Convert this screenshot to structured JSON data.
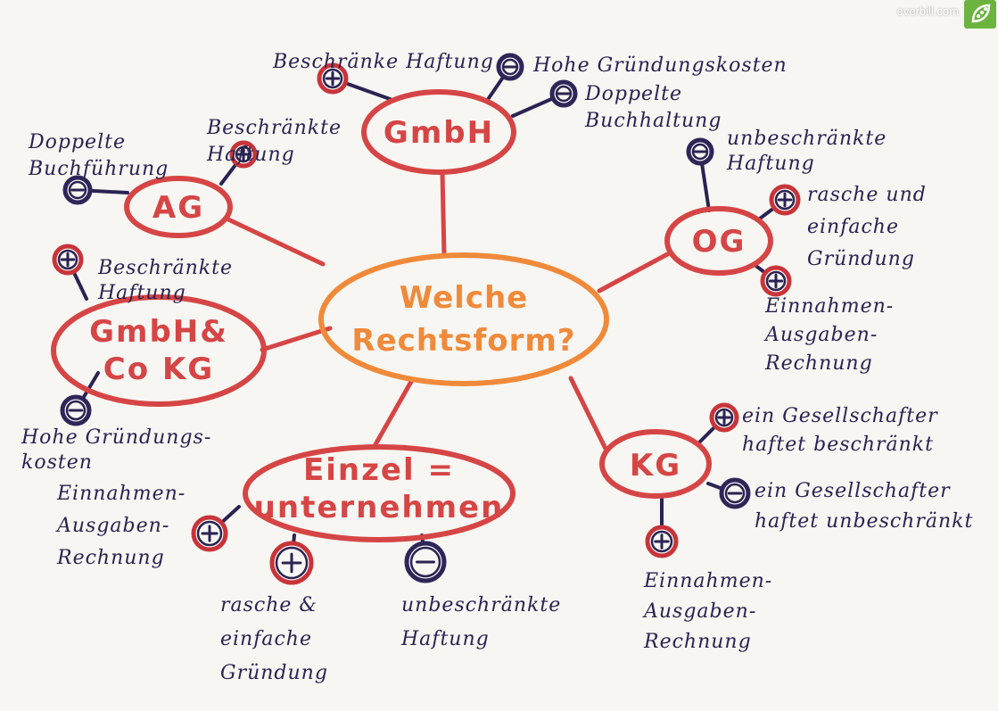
{
  "brand": {
    "name": "everbill.com",
    "logo_icon": "leaf-logo-icon"
  },
  "colors": {
    "center_stroke": "#f08a3a",
    "node_stroke": "#d64545",
    "plus_ring": "#c8343a",
    "minus_ring": "#2e2658",
    "ink": "#2a2352"
  },
  "center": {
    "lines": [
      "Welche",
      "Rechtsform?"
    ]
  },
  "nodes": [
    {
      "id": "gmbh",
      "lines": [
        "GmbH"
      ],
      "items": [
        {
          "sign": "plus",
          "lines": [
            "Beschränke Haftung"
          ]
        },
        {
          "sign": "minus",
          "lines": [
            "Hohe Gründungskosten"
          ]
        },
        {
          "sign": "minus",
          "lines": [
            "Doppelte",
            "Buchhaltung"
          ]
        }
      ]
    },
    {
      "id": "ag",
      "lines": [
        "AG"
      ],
      "items": [
        {
          "sign": "plus",
          "lines": [
            "Beschränkte",
            "Haftung"
          ]
        },
        {
          "sign": "minus",
          "lines": [
            "Doppelte",
            "Buchführung"
          ]
        }
      ]
    },
    {
      "id": "og",
      "lines": [
        "OG"
      ],
      "items": [
        {
          "sign": "minus",
          "lines": [
            "unbeschränkte",
            "Haftung"
          ]
        },
        {
          "sign": "plus",
          "lines": [
            "rasche und",
            "einfache",
            "Gründung"
          ]
        },
        {
          "sign": "plus",
          "lines": [
            "Einnahmen-",
            "Ausgaben-",
            "Rechnung"
          ]
        }
      ]
    },
    {
      "id": "gmbh-co-kg",
      "lines": [
        "GmbH&",
        "Co KG"
      ],
      "items": [
        {
          "sign": "plus",
          "lines": [
            "Beschränkte",
            "Haftung"
          ]
        },
        {
          "sign": "minus",
          "lines": [
            "Hohe Gründungs-",
            "kosten"
          ]
        }
      ]
    },
    {
      "id": "kg",
      "lines": [
        "KG"
      ],
      "items": [
        {
          "sign": "plus",
          "lines": [
            "ein Gesellschafter",
            "haftet beschränkt"
          ]
        },
        {
          "sign": "minus",
          "lines": [
            "ein Gesellschafter",
            "haftet unbeschränkt"
          ]
        },
        {
          "sign": "plus",
          "lines": [
            "Einnahmen-",
            "Ausgaben-",
            "Rechnung"
          ]
        }
      ]
    },
    {
      "id": "einzelunternehmen",
      "lines": [
        "Einzel =",
        "unternehmen"
      ],
      "items": [
        {
          "sign": "plus",
          "lines": [
            "Einnahmen-",
            "Ausgaben-",
            "Rechnung"
          ]
        },
        {
          "sign": "plus",
          "lines": [
            "rasche &",
            "einfache",
            "Gründung"
          ]
        },
        {
          "sign": "minus",
          "lines": [
            "unbeschränkte",
            "Haftung"
          ]
        }
      ]
    }
  ]
}
